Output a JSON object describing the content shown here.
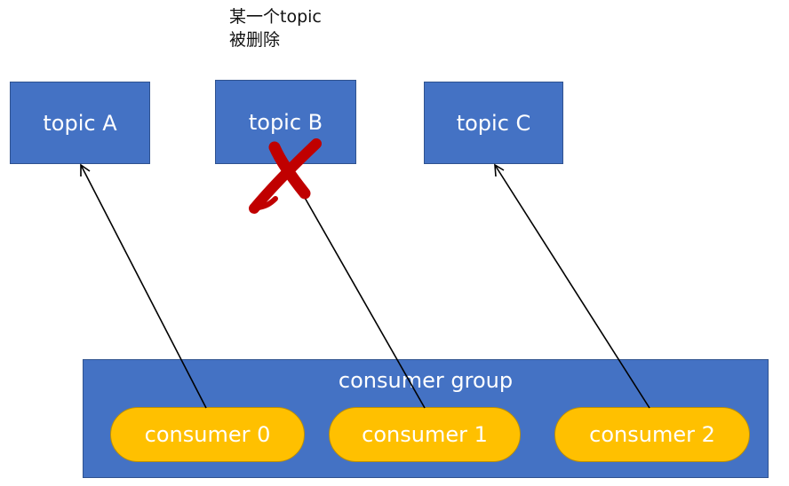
{
  "note": {
    "line1": "某一个topic",
    "line2": "被删除"
  },
  "topics": [
    {
      "label": "topic A"
    },
    {
      "label": "topic B",
      "deleted": true
    },
    {
      "label": "topic C"
    }
  ],
  "group": {
    "label": "consumer group",
    "consumers": [
      {
        "label": "consumer 0",
        "subscribes": "topic A"
      },
      {
        "label": "consumer 1",
        "subscribes": "topic B"
      },
      {
        "label": "consumer 2",
        "subscribes": "topic C"
      }
    ]
  },
  "colors": {
    "topic_fill": "#4472c4",
    "topic_border": "#2f528f",
    "consumer_fill": "#ffc000",
    "consumer_border": "#bf9000",
    "arrow": "#000000",
    "delete_mark": "#c00000"
  },
  "icons": {
    "delete_mark": "red-x-icon"
  }
}
